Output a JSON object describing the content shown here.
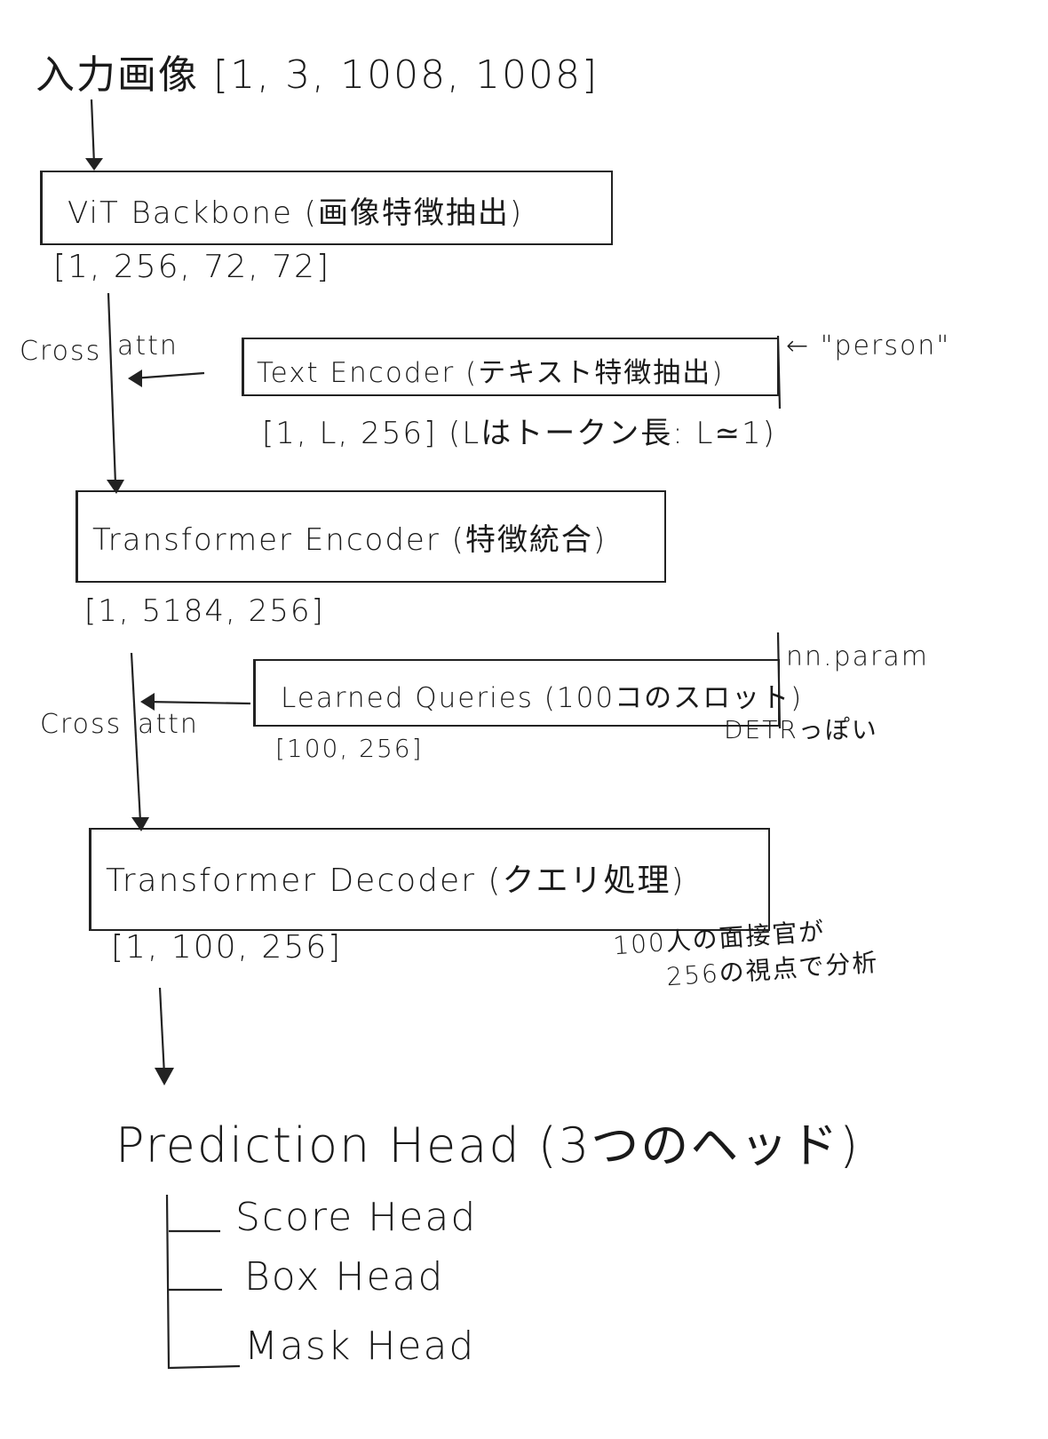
{
  "input": {
    "label": "入力画像",
    "shape": "[1, 3, 1008, 1008]"
  },
  "vit_backbone": {
    "label": "ViT Backbone (画像特徴抽出)",
    "shape": "[1, 256, 72, 72]"
  },
  "cross_attn_1": {
    "left": "Cross",
    "right": "attn"
  },
  "text_encoder": {
    "label": "Text Encoder (テキスト特徴抽出)",
    "input_arrow": "←",
    "input": "\"person\"",
    "shape": "[1, L, 256]",
    "note": "(Lはトークン長: L≃1)"
  },
  "transformer_encoder": {
    "label": "Transformer Encoder (特徴統合)",
    "shape": "[1, 5184, 256]"
  },
  "cross_attn_2": {
    "left": "Cross",
    "right": "attn"
  },
  "learned_queries": {
    "label": "Learned Queries (100コのスロット)",
    "annotation": "nn.param",
    "note": "DETRっぽい",
    "shape": "[100, 256]"
  },
  "transformer_decoder": {
    "label": "Transformer Decoder (クエリ処理)",
    "shape": "[1, 100, 256]",
    "note_line1": "100人の面接官が",
    "note_line2": "256の視点で分析"
  },
  "prediction_head": {
    "label": "Prediction Head (3つのヘッド)",
    "heads": [
      "Score Head",
      "Box Head",
      "Mask Head"
    ]
  }
}
